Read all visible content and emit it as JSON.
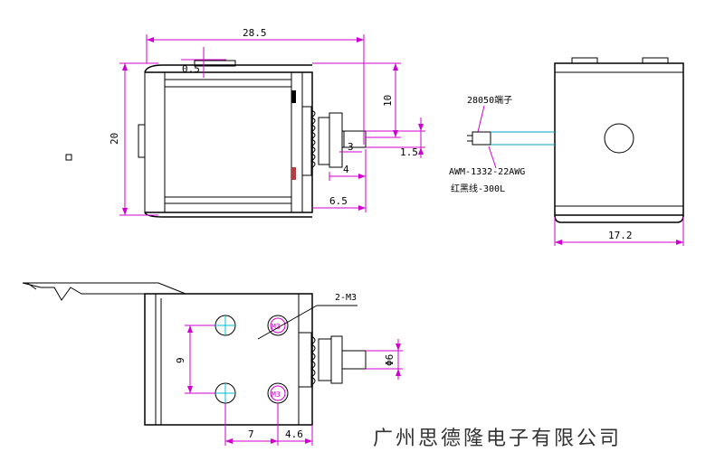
{
  "colors": {
    "outline": "#000000",
    "dimension": "#d000d0",
    "center_line": "#00c0d0",
    "company_text": "#333333"
  },
  "side_view": {
    "dim_length": "28.5",
    "dim_wall": "0.5",
    "dim_height": "20",
    "dim_shaft_offset": "10",
    "dim_shaft_len": "3",
    "dim_collar": "4",
    "dim_plunger": "6.5",
    "dim_tip": "1.5"
  },
  "connector": {
    "terminal_label": "28050端子",
    "wire_spec": "AWM-1332-22AWG",
    "wire_desc": "红黑线-300L"
  },
  "end_view": {
    "dim_width": "17.2"
  },
  "top_view": {
    "thread_callout": "2-M3",
    "hole_label": "M3",
    "dim_hole_pitch_v": "9",
    "dim_hole_pitch_h": "7",
    "dim_edge": "4.6",
    "dim_shaft_dia": "Φ6"
  },
  "company": "广州思德隆电子有限公司"
}
